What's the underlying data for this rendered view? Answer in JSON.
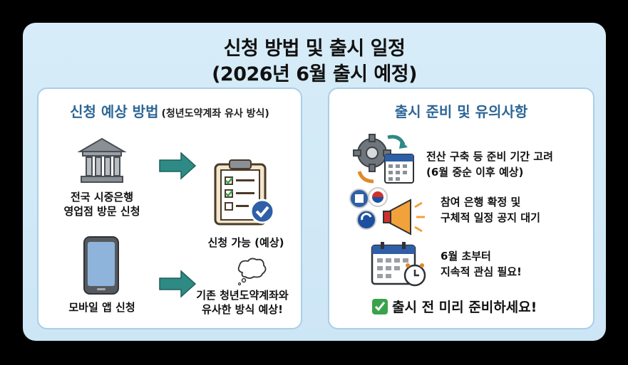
{
  "title_line1": "신청 방법 및 출시 일정",
  "title_line2": "(2026년 6월 출시 예정)",
  "left_panel": {
    "title": "신청 예상 방법",
    "subtitle": "(청년도약계좌 유사 방식)",
    "bank_label_1": "전국 시중은행",
    "bank_label_2": "영업점 방문 신청",
    "mobile_label": "모바일 앱 신청",
    "result_label": "신청 가능 (예상)",
    "note_1": "기존 청년도약계좌와",
    "note_2": "유사한 방식 예상!"
  },
  "right_panel": {
    "title": "출시 준비 및 유의사항",
    "item1_line1": "전산 구축 등 준비 기간 고려",
    "item1_line2": "(6월 중순 이후 예상)",
    "item2_line1": "참여 은행 확정 및",
    "item2_line2": "구체적 일정 공지 대기",
    "item3_line1": "6월 초부터",
    "item3_line2": "지속적 관심 필요!",
    "footer": "출시 전 미리 준비하세요!"
  },
  "colors": {
    "accent_blue": "#2d6696",
    "arrow_teal": "#2e8a84",
    "check_green": "#3aa34a"
  }
}
